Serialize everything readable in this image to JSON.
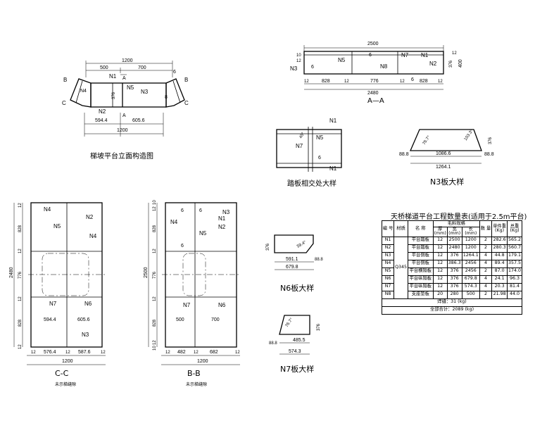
{
  "elevation": {
    "caption": "梯坡平台立面构造图",
    "dims": {
      "total_top": "1200",
      "left_top": "500",
      "right_top": "700",
      "h": "376",
      "bot_left": "594.4",
      "bot_right": "605.6",
      "total_bot": "1200"
    },
    "labels": {
      "n1": "N1",
      "n2": "N2",
      "n3": "N3",
      "n4": "N4",
      "n5": "N5",
      "a_top": "A",
      "a_bot": "A",
      "b_left": "B",
      "b_right": "B",
      "c_left": "C",
      "c_right": "C",
      "mark_6": "6",
      "mark_8": "8"
    }
  },
  "section_aa": {
    "caption": "A—A",
    "dims": {
      "total": "2500",
      "d828a": "828",
      "d776": "776",
      "d828b": "828",
      "d12a": "12",
      "d12b": "12",
      "d12c": "12",
      "d12d": "12",
      "d10": "10",
      "d12e": "12",
      "d12r": "12",
      "d376": "376",
      "d400": "400",
      "d2480": "2480"
    },
    "labels": {
      "n1": "N1",
      "n2": "N2",
      "n3": "N3",
      "n5": "N5",
      "n7": "N7",
      "n8": "N8",
      "w6a": "6",
      "w6b": "6",
      "w6c": "6"
    }
  },
  "detail_joint": {
    "caption": "踏板相交处大样",
    "labels": {
      "n1": "N1",
      "n1b": "N1",
      "n5": "N5",
      "n7": "N7",
      "w6": "6",
      "ang": "45°"
    }
  },
  "n3_detail": {
    "caption": "N3板大样",
    "dims": {
      "a": "88.8",
      "b": "1086.6",
      "c": "88.8",
      "total": "1264.1",
      "h": "376",
      "ang1": "76.7°",
      "ang2": "103.3°"
    }
  },
  "n6_detail": {
    "caption": "N6板大样",
    "dims": {
      "h": "376",
      "a": "591.1",
      "b": "88.8",
      "total": "679.8",
      "ang": "59.4°"
    }
  },
  "n7_detail": {
    "caption": "N7板大样",
    "dims": {
      "h": "376",
      "a": "88.8",
      "b": "485.5",
      "total": "574.3",
      "ang": "76.7°"
    }
  },
  "section_cc": {
    "caption": "C-C",
    "note": "未示梯缝隙",
    "dims": {
      "v2480": "2480",
      "v12a": "12",
      "v828a": "828",
      "v12b": "12",
      "v776": "776",
      "v12c": "12",
      "v828b": "828",
      "v12d": "12",
      "h594": "594.4",
      "h605": "605.6",
      "h12a": "12",
      "h576": "576.4",
      "h12b": "12",
      "h587": "587.6",
      "h12c": "12",
      "h1200": "1200"
    },
    "labels": {
      "n2": "N2",
      "n3": "N3",
      "n4a": "N4",
      "n4b": "N4",
      "n5": "N5",
      "n6": "N6",
      "n7": "N7"
    }
  },
  "section_bb": {
    "caption": "B-B",
    "note": "未示梯缝隙",
    "dims": {
      "v2500": "2500",
      "v10": "10",
      "v12a": "12",
      "v828a": "828",
      "v12b": "12",
      "v776": "776",
      "v12c": "12",
      "v828b": "828",
      "v12d": "12",
      "v10b": "10",
      "h500": "500",
      "h700": "700",
      "h12a": "12",
      "h482": "482",
      "h12b": "12",
      "h682": "682",
      "h12c": "12",
      "h1200": "1200"
    },
    "labels": {
      "n1": "N1",
      "n2": "N2",
      "n3": "N3",
      "n4": "N4",
      "n5": "N5",
      "n6": "N6",
      "n7": "N7",
      "w6a": "6",
      "w6b": "6",
      "w6c": "6"
    }
  },
  "quantity_table": {
    "title": "天桥梯道平台工程数量表(适用于2.5m平台)",
    "headers": {
      "no": "编 号",
      "material": "材质",
      "name": "名 称",
      "spec": "毛料规格",
      "thick": "厚",
      "width": "宽",
      "len": "长",
      "unit_mm": "(mm)",
      "count": "数 量",
      "unit_wt": "单件重",
      "total_wt": "总重",
      "kg": "(Kg)"
    },
    "rows": [
      {
        "no": "N1",
        "name": "平台踏板",
        "t": "12",
        "w": "2500",
        "l": "1200",
        "n": "2",
        "uw": "282.6",
        "tw": "565.2"
      },
      {
        "no": "N2",
        "name": "平台踏板",
        "t": "12",
        "w": "2480",
        "l": "1200",
        "n": "2",
        "uw": "280.3",
        "tw": "560.7"
      },
      {
        "no": "N3",
        "name": "平台侧板",
        "t": "12",
        "w": "376",
        "l": "1264.1",
        "n": "4",
        "uw": "44.8",
        "tw": "179.1"
      },
      {
        "no": "N4",
        "name": "平台侧板",
        "t": "12",
        "w": "386.3",
        "l": "2456",
        "n": "4",
        "uw": "89.4",
        "tw": "357.5"
      },
      {
        "no": "N5",
        "name": "平台横隔板",
        "t": "12",
        "w": "376",
        "l": "2456",
        "n": "2",
        "uw": "87.0",
        "tw": "174.0"
      },
      {
        "no": "N6",
        "name": "平台纵隔板",
        "t": "12",
        "w": "376",
        "l": "679.8",
        "n": "4",
        "uw": "24.1",
        "tw": "96.3"
      },
      {
        "no": "N7",
        "name": "平台纵隔板",
        "t": "12",
        "w": "376",
        "l": "574.3",
        "n": "4",
        "uw": "20.3",
        "tw": "81.4"
      },
      {
        "no": "N8",
        "name": "支座垫板",
        "t": "20",
        "w": "280",
        "l": "500",
        "n": "2",
        "uw": "21.98",
        "tw": "44.0"
      }
    ],
    "material": "Q345",
    "weld": "焊缝：31 (kg)",
    "total": "全部合计：2089 (kg)"
  }
}
